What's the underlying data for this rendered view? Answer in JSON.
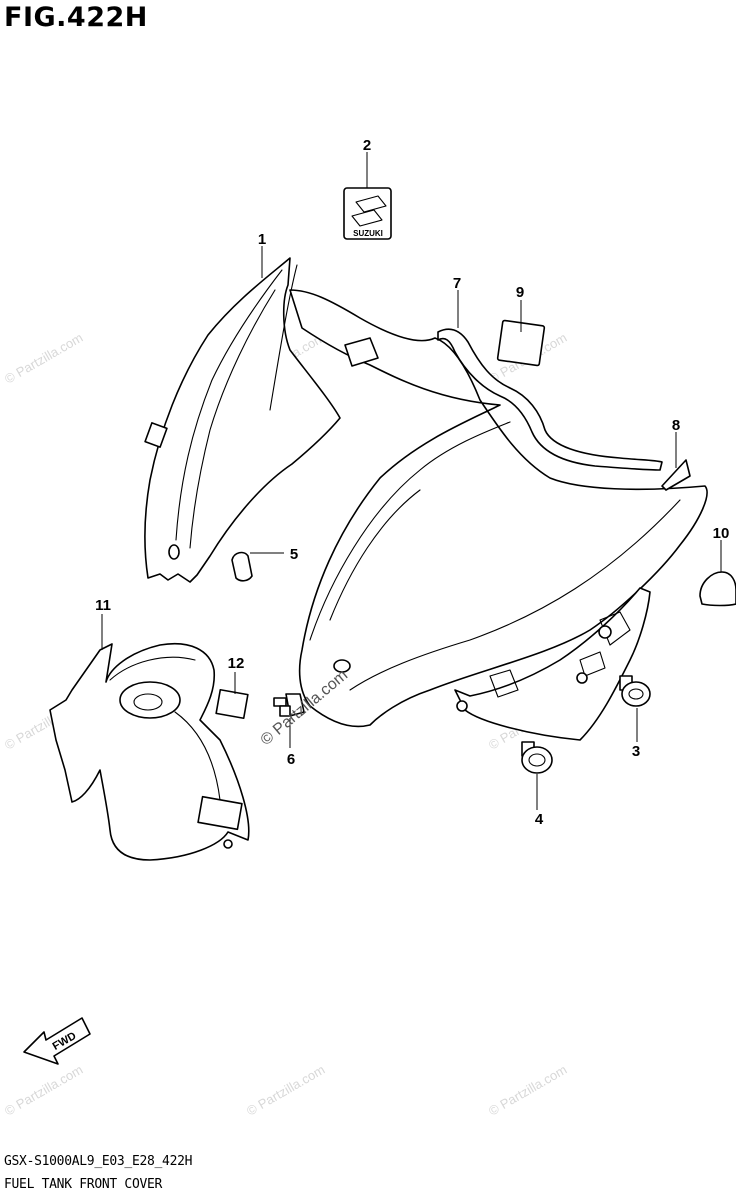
{
  "figure": {
    "title": "FIG.422H",
    "model_code": "GSX-S1000AL9_E03_E28_422H",
    "section_name": "FUEL TANK FRONT COVER"
  },
  "watermark": {
    "text": "© Partzilla.com"
  },
  "badge": {
    "brand_text": "SUZUKI"
  },
  "direction_arrow": {
    "text": "FWD"
  },
  "callouts": [
    {
      "id": "c1",
      "label": "1"
    },
    {
      "id": "c2",
      "label": "2"
    },
    {
      "id": "c3",
      "label": "3"
    },
    {
      "id": "c4",
      "label": "4"
    },
    {
      "id": "c5",
      "label": "5"
    },
    {
      "id": "c6",
      "label": "6"
    },
    {
      "id": "c7",
      "label": "7"
    },
    {
      "id": "c8",
      "label": "8"
    },
    {
      "id": "c9",
      "label": "9"
    },
    {
      "id": "c10",
      "label": "10"
    },
    {
      "id": "c11",
      "label": "11"
    },
    {
      "id": "c12",
      "label": "12"
    }
  ]
}
